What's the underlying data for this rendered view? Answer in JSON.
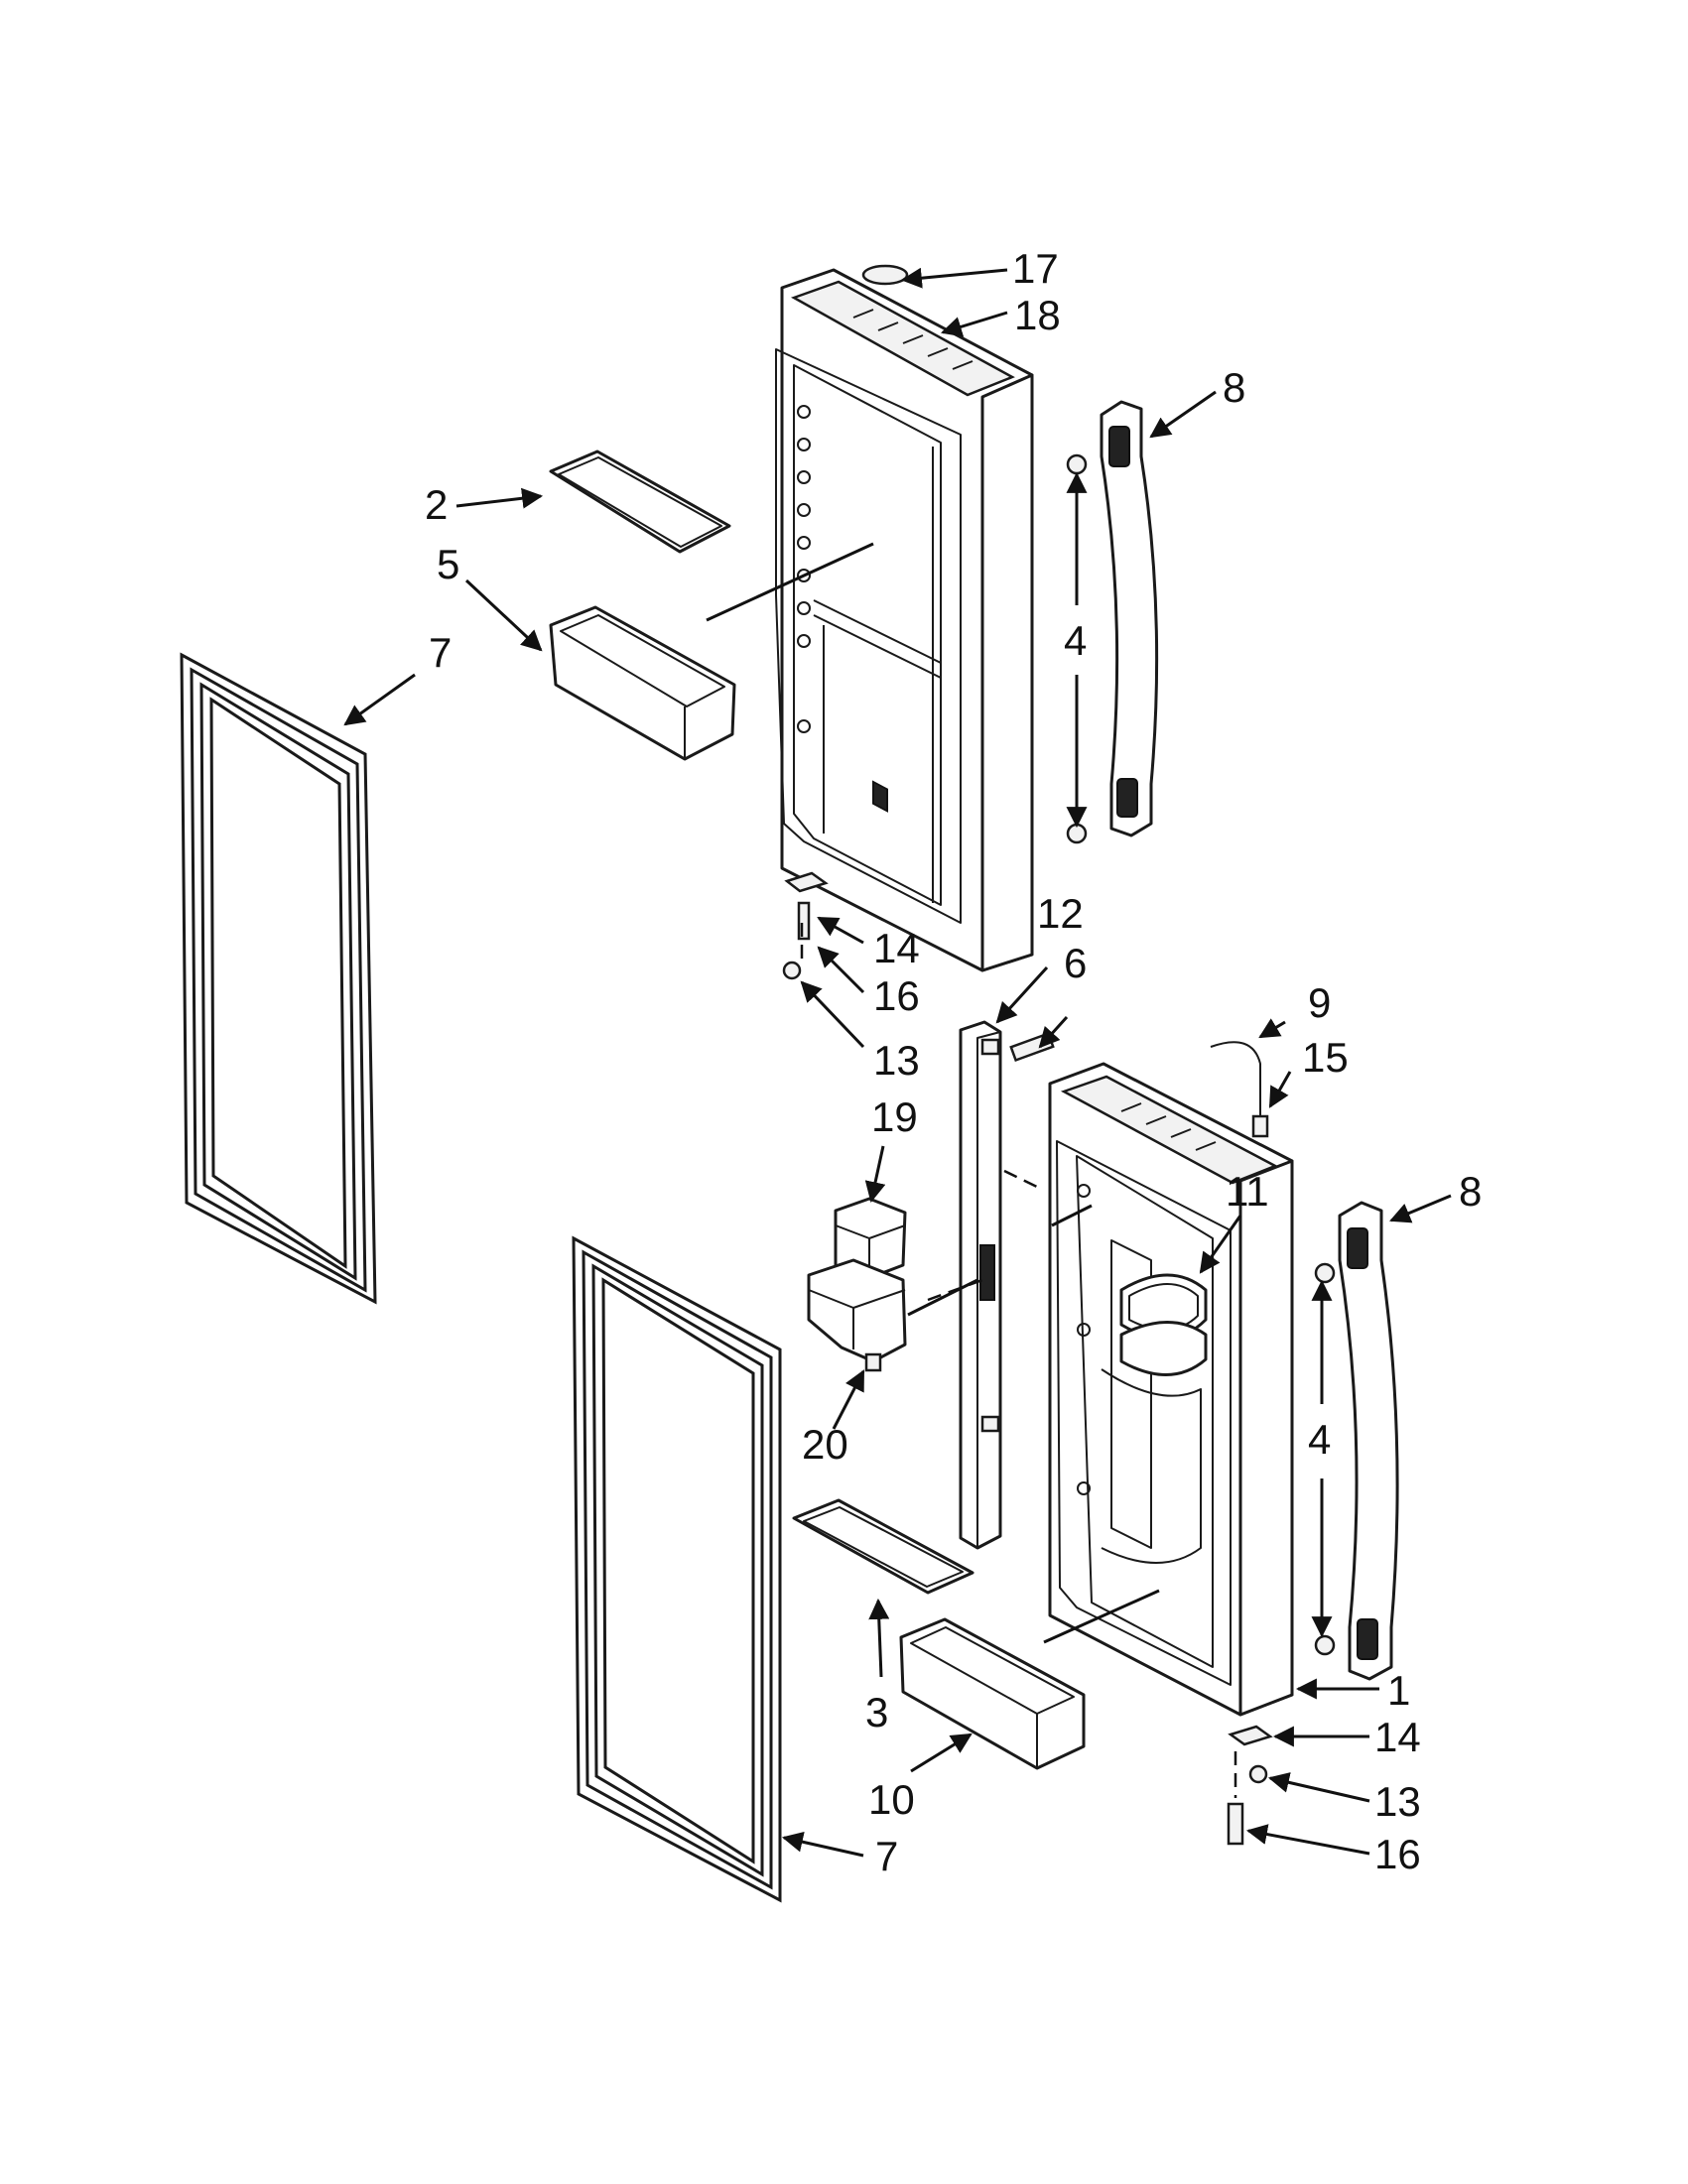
{
  "diagram": {
    "type": "exploded-parts-diagram",
    "callouts": [
      {
        "id": "c17",
        "label": "17"
      },
      {
        "id": "c18",
        "label": "18"
      },
      {
        "id": "c8a",
        "label": "8"
      },
      {
        "id": "c2",
        "label": "2"
      },
      {
        "id": "c5",
        "label": "5"
      },
      {
        "id": "c7a",
        "label": "7"
      },
      {
        "id": "c4a",
        "label": "4"
      },
      {
        "id": "c14a",
        "label": "14"
      },
      {
        "id": "c16a",
        "label": "16"
      },
      {
        "id": "c13a",
        "label": "13"
      },
      {
        "id": "c12",
        "label": "12"
      },
      {
        "id": "c6",
        "label": "6"
      },
      {
        "id": "c9",
        "label": "9"
      },
      {
        "id": "c15",
        "label": "15"
      },
      {
        "id": "c19",
        "label": "19"
      },
      {
        "id": "c11",
        "label": "11"
      },
      {
        "id": "c8b",
        "label": "8"
      },
      {
        "id": "c20",
        "label": "20"
      },
      {
        "id": "c4b",
        "label": "4"
      },
      {
        "id": "c1",
        "label": "1"
      },
      {
        "id": "c3",
        "label": "3"
      },
      {
        "id": "c14b",
        "label": "14"
      },
      {
        "id": "c13b",
        "label": "13"
      },
      {
        "id": "c10",
        "label": "10"
      },
      {
        "id": "c16b",
        "label": "16"
      },
      {
        "id": "c7b",
        "label": "7"
      }
    ]
  }
}
